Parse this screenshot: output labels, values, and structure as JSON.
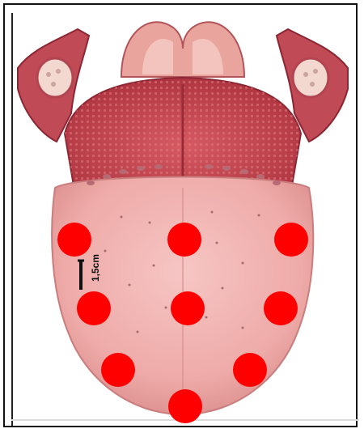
{
  "scale": {
    "label": "1,5cm"
  },
  "colors": {
    "marker": "#ff0000",
    "tongue": "#f2b3b1",
    "tongue_shadow": "#d98c8a",
    "root": "#c84a52",
    "root_dark": "#a52f3a",
    "epiglottis": "#e79a93",
    "scale_bar": "#111111"
  },
  "markers": [
    {
      "name": "marker-left-top"
    },
    {
      "name": "marker-center-top"
    },
    {
      "name": "marker-right-top"
    },
    {
      "name": "marker-left-middle"
    },
    {
      "name": "marker-center-middle"
    },
    {
      "name": "marker-right-middle"
    },
    {
      "name": "marker-left-lower"
    },
    {
      "name": "marker-right-lower"
    },
    {
      "name": "marker-tip"
    }
  ]
}
